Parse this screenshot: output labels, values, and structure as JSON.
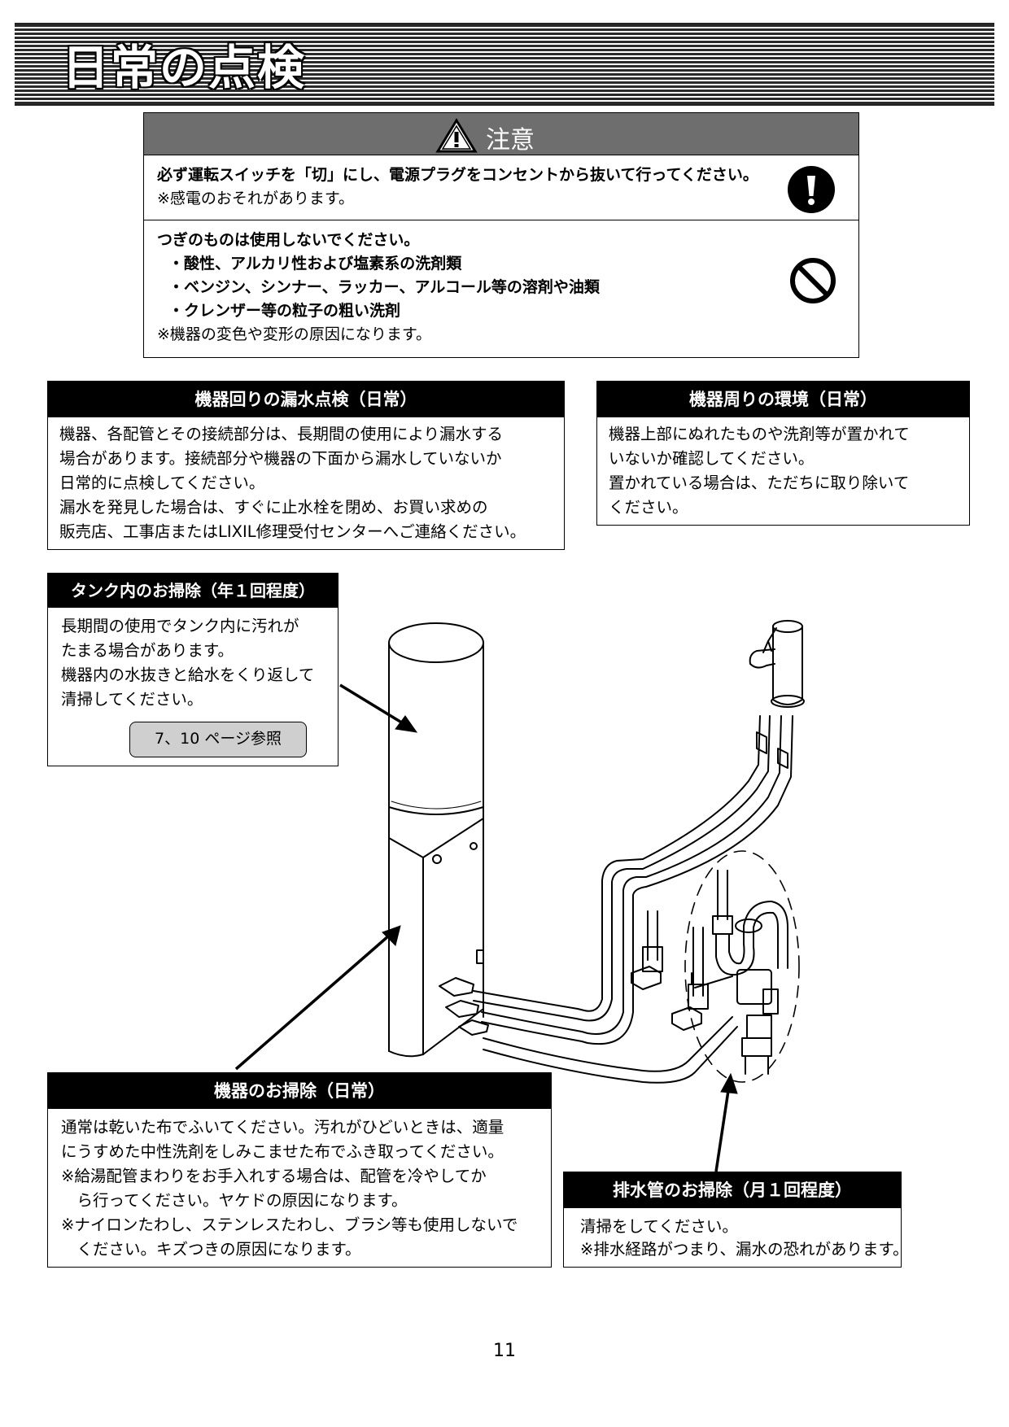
{
  "page": {
    "title": "日常の点検",
    "page_number": "11"
  },
  "caution": {
    "header": "注意",
    "item1_line1": "必ず運転スイッチを「切」にし、電源プラグをコンセントから抜いて行ってください。",
    "item1_line2": "※感電のおそれがあります。",
    "item2_line1": "つぎのものは使用しないでください。",
    "item2_list": [
      "・酸性、アルカリ性および塩素系の洗剤類",
      "・ベンジン、シンナー、ラッカー、アルコール等の溶剤や油類",
      "・クレンザー等の粒子の粗い洗剤"
    ],
    "item2_note": "※機器の変色や変形の原因になります。"
  },
  "leak_check": {
    "header": "機器回りの漏水点検（日常）",
    "lines": [
      "機器、各配管とその接続部分は、長期間の使用により漏水する",
      "場合があります。接続部分や機器の下面から漏水していないか",
      "日常的に点検してください。",
      "漏水を発見した場合は、すぐに止水栓を閉め、お買い求めの",
      "販売店、工事店またはLIXIL修理受付センターへご連絡ください。"
    ]
  },
  "environment": {
    "header": "機器周りの環境（日常）",
    "lines": [
      "機器上部にぬれたものや洗剤等が置かれて",
      "いないか確認してください。",
      "置かれている場合は、ただちに取り除いて",
      "ください。"
    ]
  },
  "tank_cleaning": {
    "header": "タンク内のお掃除（年１回程度）",
    "lines": [
      "長期間の使用でタンク内に汚れが",
      "たまる場合があります。",
      "機器内の水抜きと給水をくり返して",
      "清掃してください。"
    ],
    "ref_button": "7、10 ページ参照"
  },
  "device_cleaning": {
    "header": "機器のお掃除（日常）",
    "lines": [
      "通常は乾いた布でふいてください。汚れがひどいときは、適量",
      "にうすめた中性洗剤をしみこませた布でふき取ってください。",
      "※給湯配管まわりをお手入れする場合は、配管を冷やしてか",
      "　ら行ってください。ヤケドの原因になります。",
      "※ナイロンたわし、ステンレスたわし、ブラシ等も使用しないで",
      "　ください。キズつきの原因になります。"
    ]
  },
  "drain_cleaning": {
    "header": "排水管のお掃除（月１回程度）",
    "lines": [
      "清掃をしてください。",
      "※排水経路がつまり、漏水の恐れがあります。"
    ]
  },
  "icons": {
    "caution": "warning-triangle-icon",
    "mandatory": "exclamation-circle-icon",
    "prohibited": "prohibition-icon"
  }
}
